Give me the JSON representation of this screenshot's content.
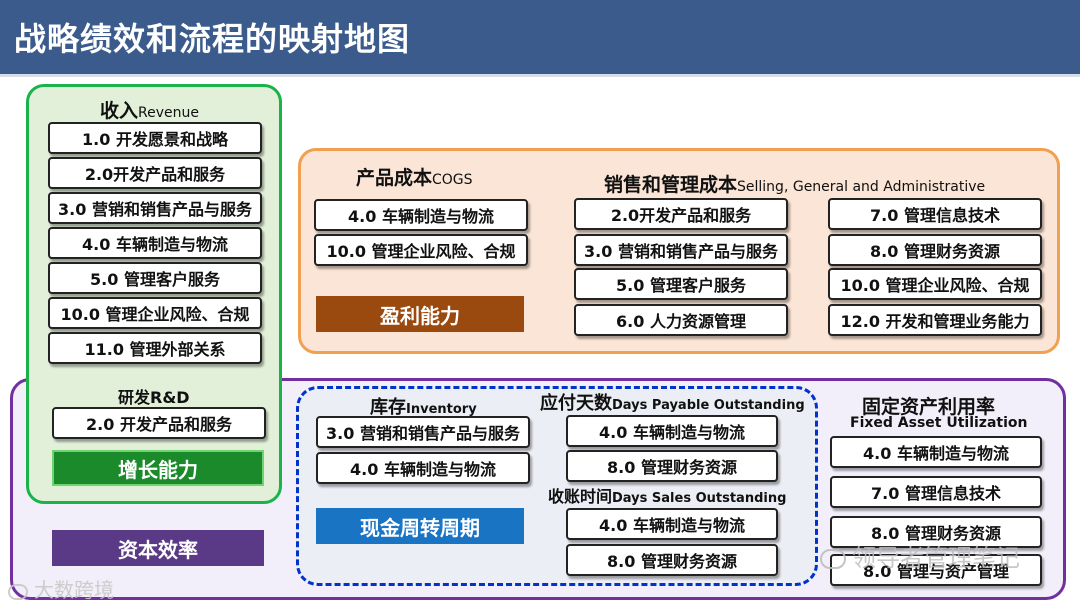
{
  "title": "战略绩效和流程的映射地图",
  "growth": {
    "revenue_heading": "收入",
    "revenue_sub": "Revenue",
    "revenue_items": [
      "1.0 开发愿景和战略",
      "2.0开发产品和服务",
      "3.0 营销和销售产品与服务",
      "4.0 车辆制造与物流",
      "5.0 管理客户服务",
      "10.0 管理企业风险、合规",
      "11.0 管理外部关系"
    ],
    "rd_heading": "研发R&D",
    "rd_items": [
      "2.0 开发产品和服务"
    ],
    "label": "增长能力"
  },
  "profit": {
    "cogs_heading": "产品成本",
    "cogs_sub": "COGS",
    "cogs_items": [
      "4.0 车辆制造与物流",
      "10.0 管理企业风险、合规"
    ],
    "sga_heading": "销售和管理成本",
    "sga_sub": "Selling, General and Administrative",
    "sga_items_left": [
      "2.0开发产品和服务",
      "3.0 营销和销售产品与服务",
      "5.0 管理客户服务",
      "6.0 人力资源管理"
    ],
    "sga_items_right": [
      "7.0 管理信息技术",
      "8.0 管理财务资源",
      "10.0 管理企业风险、合规",
      "12.0 开发和管理业务能力"
    ],
    "label": "盈利能力"
  },
  "capital": {
    "label": "资本效率",
    "cash_label": "现金周转周期",
    "inventory_heading": "库存",
    "inventory_sub": "Inventory",
    "inventory_items": [
      "3.0 营销和销售产品与服务",
      "4.0 车辆制造与物流"
    ],
    "dpo_heading": "应付天数",
    "dpo_sub": "Days Payable Outstanding",
    "dpo_items": [
      "4.0 车辆制造与物流",
      "8.0 管理财务资源"
    ],
    "dso_heading": "收账时间",
    "dso_sub": "Days Sales Outstanding",
    "dso_items": [
      "4.0 车辆制造与物流",
      "8.0 管理财务资源"
    ],
    "fixed_heading": "固定资产利用率",
    "fixed_sub": "Fixed Asset Utilization",
    "fixed_items": [
      "4.0 车辆制造与物流",
      "7.0 管理信息技术",
      "8.0 管理财务资源",
      "8.0 管理与资产管理"
    ]
  },
  "watermarks": {
    "left": "大数跨境",
    "right": "领导者管理笔记"
  },
  "colors": {
    "title_bg": "#3a5b8c",
    "growth_border": "#19b34a",
    "growth_bg": "#e2f0d9",
    "growth_label": "#1a8a2a",
    "profit_border": "#f0a050",
    "profit_bg": "#fbe5d6",
    "profit_label": "#9a4a0e",
    "capital_border": "#7030a0",
    "capital_label": "#5a3a86",
    "cash_border": "#0033cc",
    "cash_label": "#1a74c4"
  }
}
